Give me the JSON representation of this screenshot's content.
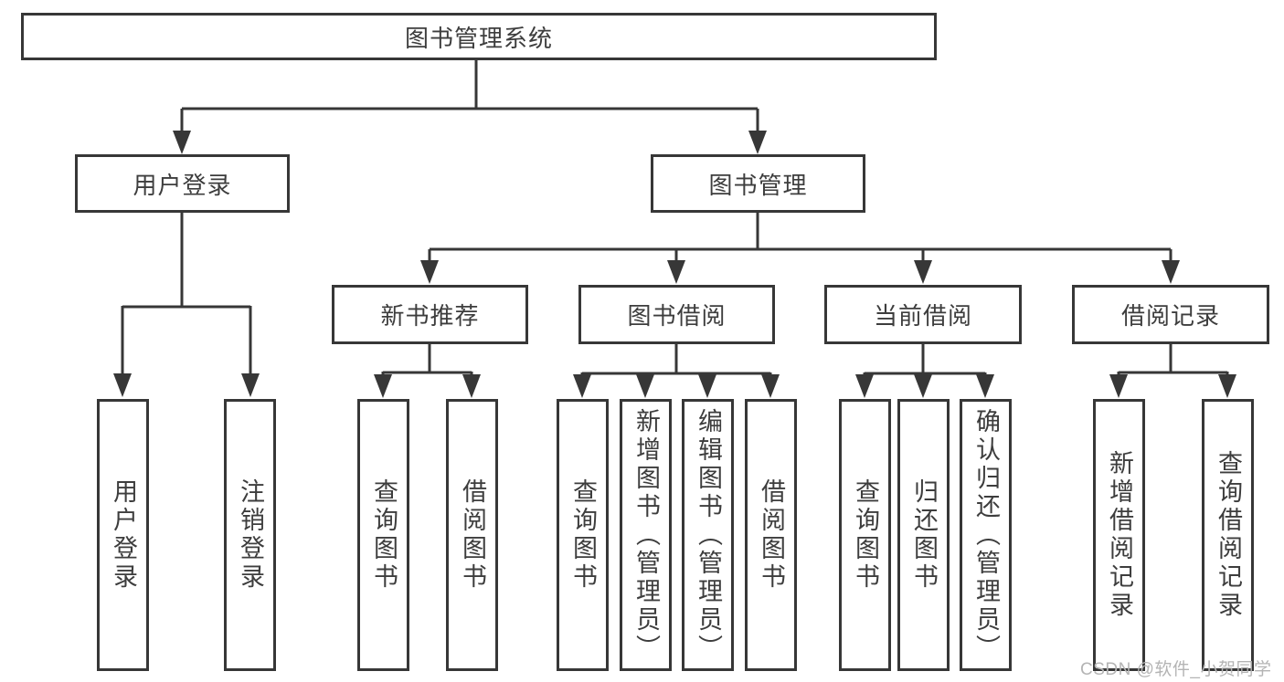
{
  "diagram": {
    "root": "图书管理系统",
    "userLogin": "用户登录",
    "bookManagement": "图书管理",
    "newBookRecommendation": "新书推荐",
    "bookBorrowing": "图书借阅",
    "currentBorrowing": "当前借阅",
    "borrowingRecords": "借阅记录",
    "leaves": {
      "userLogin": "用户登录",
      "logoutLogin": "注销登录",
      "nbQuery": "查询图书",
      "nbBorrow": "借阅图书",
      "bbQuery": "查询图书",
      "bbAdd": "新增图书（管理员）",
      "bbEdit": "编辑图书（管理员）",
      "bbBorrow": "借阅图书",
      "cbQuery": "查询图书",
      "cbReturn": "归还图书",
      "cbConfirm": "确认归还（管理员）",
      "brAdd": "新增借阅记录",
      "brQuery": "查询借阅记录"
    },
    "hierarchy": {
      "图书管理系统": {
        "用户登录": [
          "用户登录",
          "注销登录"
        ],
        "图书管理": {
          "新书推荐": [
            "查询图书",
            "借阅图书"
          ],
          "图书借阅": [
            "查询图书",
            "新增图书（管理员）",
            "编辑图书（管理员）",
            "借阅图书"
          ],
          "当前借阅": [
            "查询图书",
            "归还图书",
            "确认归还（管理员）"
          ],
          "借阅记录": [
            "新增借阅记录",
            "查询借阅记录"
          ]
        }
      }
    }
  },
  "watermark": "CSDN @软件_小贺同学",
  "colors": {
    "line": "#373737",
    "text": "#3d3d3d",
    "watermark": "#b4b4b4",
    "background": "#ffffff"
  }
}
